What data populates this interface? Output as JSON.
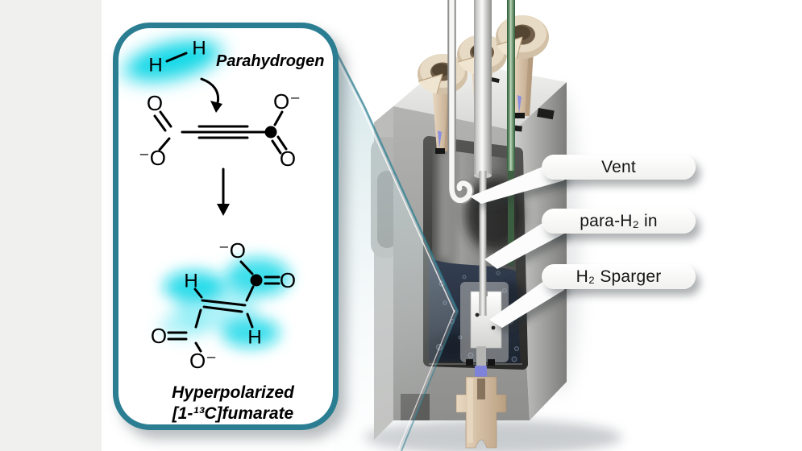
{
  "figure": {
    "background_color": "#ffffff",
    "left_strip_color": "#f0f0ee"
  },
  "panel": {
    "accent_color": "#2b7e91",
    "glow_color": "#0cd7e7",
    "caption_color": "#8e8e8e",
    "parahydrogen_label": "Parahydrogen",
    "h2": {
      "h_left": "H",
      "h_right": "H"
    },
    "precursor_atoms": {
      "o_top_left": "O",
      "o_bottom_left": "⁻O",
      "o_top_right": "O⁻",
      "o_bottom_right": "O"
    },
    "fumarate_atoms": {
      "o_top": "⁻O",
      "o_right": "O",
      "h_top": "H",
      "h_bottom": "H",
      "o_left": "O",
      "o_bottom": "O⁻"
    },
    "product_caption_line1": "Hyperpolarized",
    "product_caption_line2": "[1-¹³C]fumarate"
  },
  "callouts": {
    "items": [
      {
        "label": "Vent"
      },
      {
        "label": "para-H₂ in"
      },
      {
        "label": "H₂ Sparger"
      }
    ]
  },
  "apparatus": {
    "housing_color": "#a0a09e",
    "fitting_color": "#d9c8af",
    "liquid_color": "#27303f",
    "capillary_color": "#3d6241",
    "sparger_color": "#f2f2f0"
  }
}
